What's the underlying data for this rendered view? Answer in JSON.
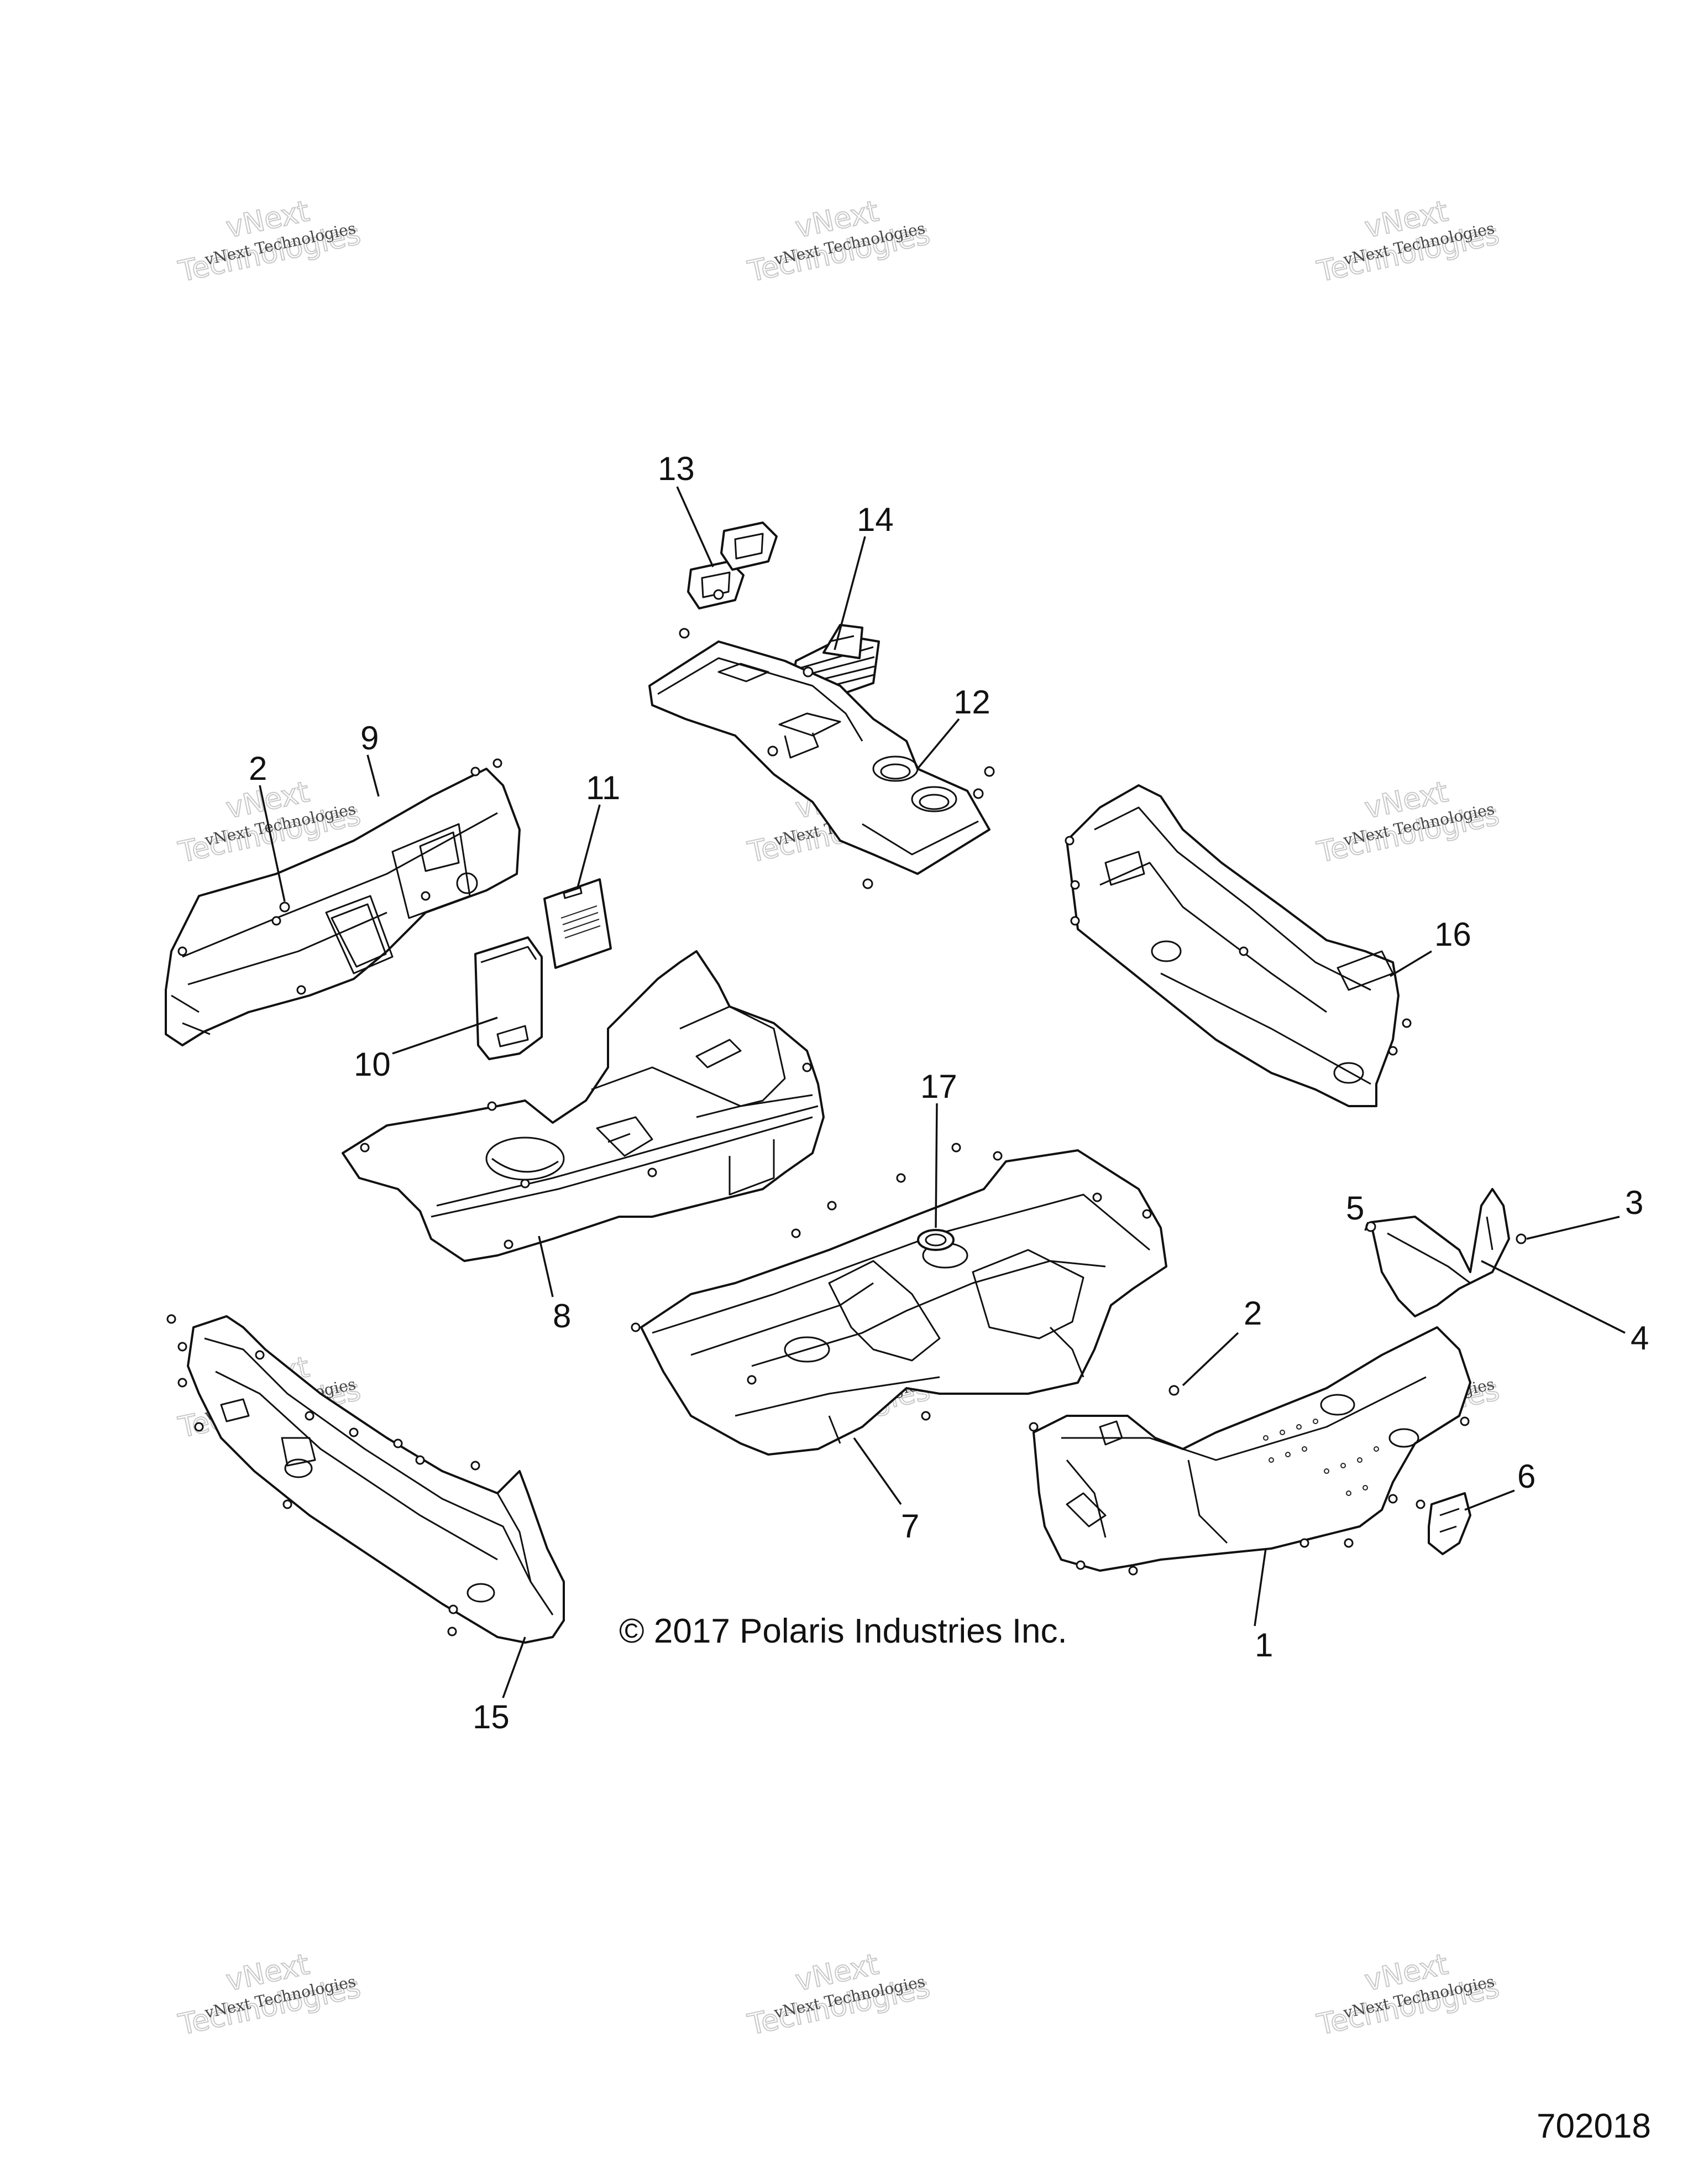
{
  "watermark": {
    "line1": "vNext Technologies",
    "line2": "Technologies",
    "line3": "vNext"
  },
  "callouts": [
    "1",
    "2",
    "2",
    "3",
    "4",
    "5",
    "6",
    "7",
    "8",
    "9",
    "10",
    "11",
    "12",
    "13",
    "14",
    "15",
    "16",
    "17"
  ],
  "copyright": "© 2017 Polaris Industries Inc.",
  "drawing_number": "702018",
  "colors": {
    "line": "#111111",
    "background": "#ffffff",
    "watermark": "#c8c8c8"
  }
}
